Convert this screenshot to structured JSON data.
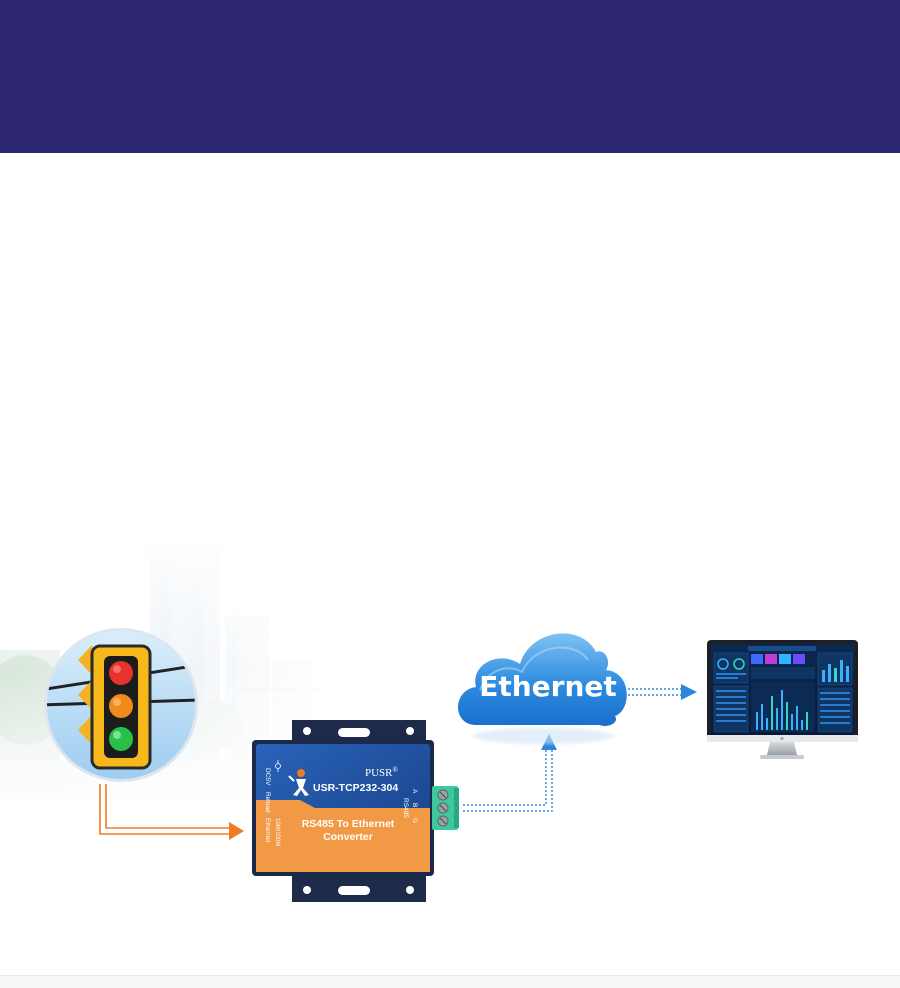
{
  "device": {
    "brand": "PUSR",
    "brand_mark": "®",
    "model": "USR-TCP232-304",
    "name_line1": "RS485 To Ethernet",
    "name_line2": "Converter",
    "port_dc": "DC5V",
    "port_reload": "Reload",
    "port_ethernet_speed": "10M/100M",
    "port_ethernet": "Ethernet",
    "port_rs485": "RS485",
    "pin_a": "A",
    "pin_b": "B",
    "pin_g": "G"
  },
  "cloud": {
    "label": "Ethernet"
  },
  "colors": {
    "banner": "#2e2872",
    "serial_arrow": "#f07b22",
    "network_arrow": "#2f86dd",
    "device_blue": "#1c4fa0",
    "device_orange": "#f29945",
    "terminal_green": "#3dc8a0"
  }
}
